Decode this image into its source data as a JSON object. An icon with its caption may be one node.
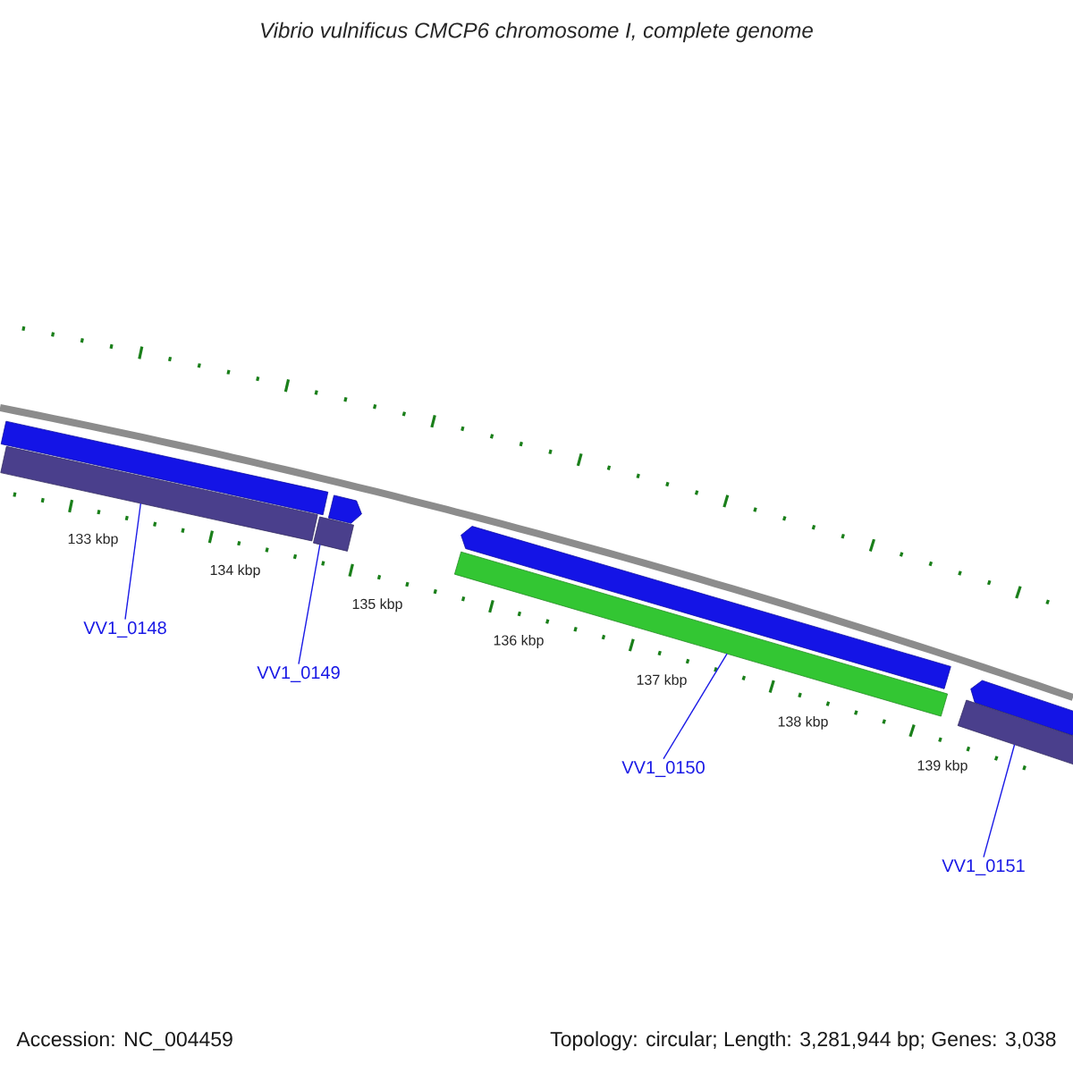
{
  "diagram": {
    "title": "Vibrio vulnificus CMCP6 chromosome I, complete genome",
    "nodes": [
      {
        "text": [],
        "shape": "bar"
      },
      {
        "text": [],
        "shape": "bar"
      },
      {
        "text": [],
        "shape": "bar"
      },
      {
        "text": [],
        "shape": "bar"
      },
      {
        "text": [],
        "shape": "bar"
      },
      {
        "text": [],
        "shape": "bar"
      },
      {
        "text": [],
        "shape": "bar"
      },
      {
        "text": [],
        "shape": "bar"
      },
      {
        "text": [
          "VV1_0148"
        ]
      },
      {
        "text": [
          "VV1_0149"
        ]
      },
      {
        "text": [
          "VV1_0150"
        ]
      },
      {
        "text": [
          "VV1_0151"
        ]
      }
    ],
    "edges": [
      {
        "from": 8,
        "to": 1,
        "arrow": "none"
      },
      {
        "from": 9,
        "to": 3,
        "arrow": "none"
      },
      {
        "from": 10,
        "to": 5,
        "arrow": "none"
      },
      {
        "from": 11,
        "to": 7,
        "arrow": "none"
      }
    ],
    "labels": [
      "133 kbp",
      "134 kbp",
      "135 kbp",
      "136 kbp",
      "137 kbp",
      "138 kbp",
      "139 kbp",
      "Accession: NC_004459",
      "Topology: circular; Length: 3,281,944 bp; Genes: 3,038"
    ]
  }
}
